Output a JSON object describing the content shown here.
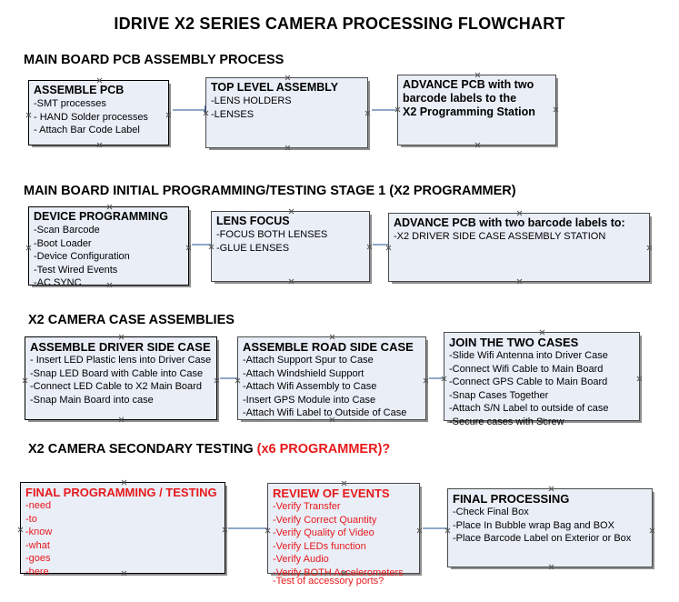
{
  "document": {
    "title": "IDRIVE X2  SERIES CAMERA PROCESSING FLOWCHART"
  },
  "colors": {
    "box_fill": "#e9eef7",
    "box_border": "#000000",
    "shadow": "#8e8e8e",
    "arrow_line": "#8fa8c8",
    "arrow_head": "#3c63a8",
    "red_text": "#e8191b",
    "black_text": "#000000"
  },
  "sections": [
    {
      "heading": "MAIN BOARD PCB ASSEMBLY PROCESS",
      "heading_suffix": "",
      "boxes": [
        {
          "title": "ASSEMBLE PCB",
          "lines": [
            "-SMT processes",
            "- HAND Solder processes",
            "- Attach Bar Code Label"
          ]
        },
        {
          "title": "TOP LEVEL ASSEMBLY",
          "lines": [
            "-LENS HOLDERS",
            "-LENSES"
          ]
        },
        {
          "title": "ADVANCE PCB with two",
          "lines": [
            "barcode labels to the",
            " X2 Programming Station"
          ]
        }
      ]
    },
    {
      "heading": "MAIN BOARD INITIAL PROGRAMMING/TESTING STAGE 1 (X2 PROGRAMMER)",
      "heading_suffix": "",
      "boxes": [
        {
          "title": "DEVICE PROGRAMMING",
          "lines": [
            "-Scan Barcode",
            "-Boot Loader",
            "-Device Configuration",
            "-Test Wired Events",
            "-AC SYNC"
          ]
        },
        {
          "title": "LENS FOCUS",
          "lines": [
            "-FOCUS BOTH LENSES",
            "-GLUE LENSES"
          ]
        },
        {
          "title": "ADVANCE PCB with two barcode labels to:",
          "lines": [
            "-X2 DRIVER  SIDE  CASE  ASSEMBLY STATION"
          ]
        }
      ]
    },
    {
      "heading": "X2 CAMERA CASE ASSEMBLIES",
      "heading_suffix": "",
      "boxes": [
        {
          "title": "ASSEMBLE DRIVER SIDE CASE",
          "lines": [
            "- Insert LED Plastic lens into Driver Case",
            "-Snap LED Board with Cable into Case",
            "-Connect LED Cable to X2 Main Board",
            "-Snap Main Board into case"
          ]
        },
        {
          "title": "ASSEMBLE ROAD SIDE CASE",
          "lines": [
            "-Attach Support Spur to Case",
            "-Attach Windshield Support",
            "-Attach Wifi Assembly to Case",
            "-Insert GPS Module into Case",
            "-Attach Wifi Label to Outside of Case"
          ]
        },
        {
          "title": "JOIN THE TWO CASES",
          "lines": [
            "-Slide Wifi Antenna into Driver Case",
            "-Connect Wifi Cable to Main Board",
            "-Connect GPS Cable to Main Board",
            "-Snap Cases Together",
            "-Attach S/N Label to outside of case",
            "-Secure cases with Screw"
          ]
        }
      ]
    },
    {
      "heading": "X2 CAMERA SECONDARY TESTING ",
      "heading_suffix": "(x6 PROGRAMMER)?",
      "boxes": [
        {
          "title": "FINAL PROGRAMMING / TESTING",
          "lines": [
            "-need",
            "-to",
            "-know",
            "-what",
            "-goes",
            "-here"
          ]
        },
        {
          "title": "REVIEW OF EVENTS",
          "lines": [
            "-Verify Transfer",
            "-Verify Correct Quantity",
            "-Verify Quality of Video",
            "-Verify LEDs function",
            "-Verify Audio",
            "-Verify BOTH Accelerometers"
          ],
          "overflow_line": "-Test of accessory ports?"
        },
        {
          "title": "FINAL PROCESSING",
          "lines": [
            " -Check Final Box",
            "-Place In Bubble wrap Bag and BOX",
            "-Place Barcode Label on Exterior or Box"
          ]
        }
      ]
    }
  ]
}
